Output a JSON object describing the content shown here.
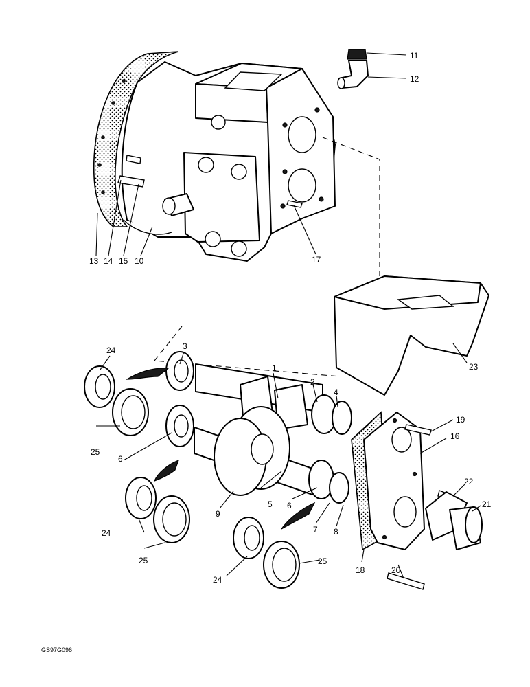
{
  "callouts": [
    "1",
    "2",
    "3",
    "4",
    "5",
    "6",
    "6",
    "7",
    "8",
    "9",
    "10",
    "11",
    "12",
    "13",
    "14",
    "15",
    "16",
    "17",
    "18",
    "19",
    "20",
    "21",
    "22",
    "23",
    "24",
    "24",
    "24",
    "25",
    "25",
    "25"
  ],
  "figure_ref": "GS97G096"
}
